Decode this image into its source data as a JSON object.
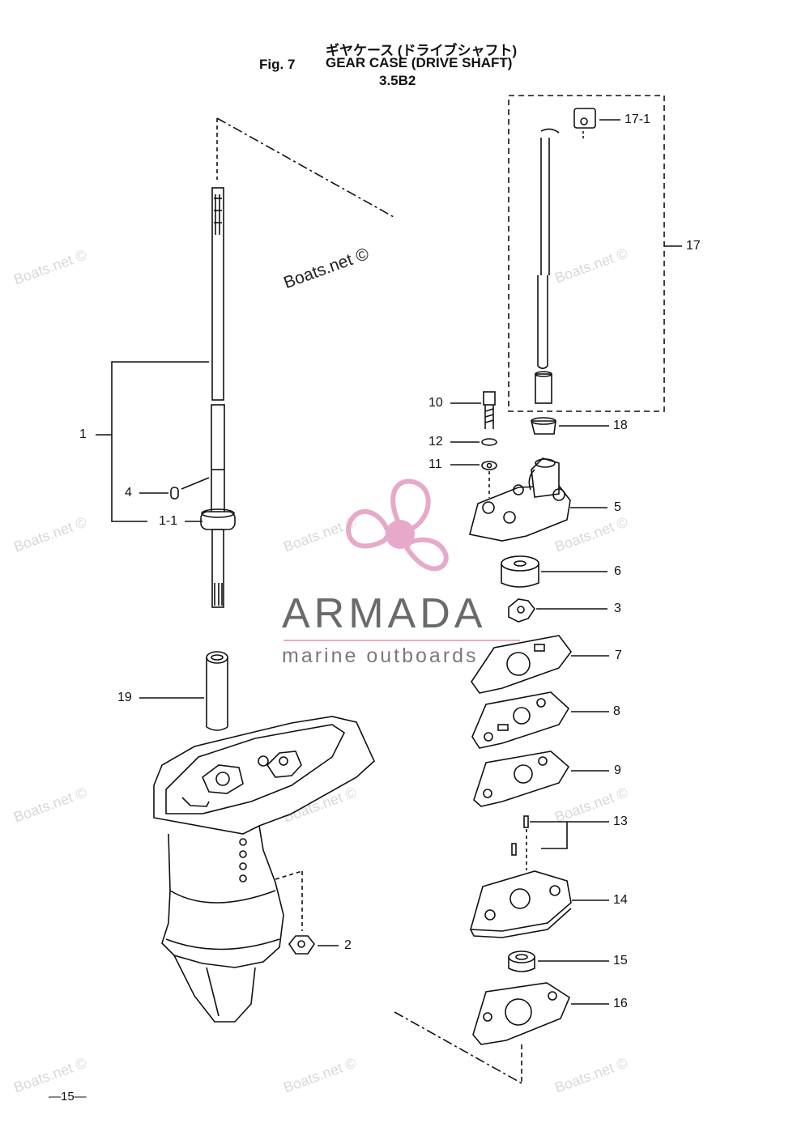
{
  "header": {
    "title_jp": "ギヤケース (ドライブシャフト)",
    "fig": "Fig. 7",
    "title_en": "GEAR CASE (DRIVE SHAFT)",
    "model": "3.5B2"
  },
  "callouts": {
    "c1": "1",
    "c1_1": "1-1",
    "c2": "2",
    "c3": "3",
    "c4": "4",
    "c5": "5",
    "c6": "6",
    "c7": "7",
    "c8": "8",
    "c9": "9",
    "c10": "10",
    "c11": "11",
    "c12": "12",
    "c13": "13",
    "c14": "14",
    "c15": "15",
    "c16": "16",
    "c17": "17",
    "c17_1": "17-1",
    "c18": "18",
    "c19": "19"
  },
  "watermark": {
    "text": "Boats.net ©",
    "main": "Boats.net ©"
  },
  "logo": {
    "name": "ARMADA",
    "tagline": "marine outboards",
    "color": "#e7a9c9"
  },
  "footer": {
    "page": "—15—"
  }
}
